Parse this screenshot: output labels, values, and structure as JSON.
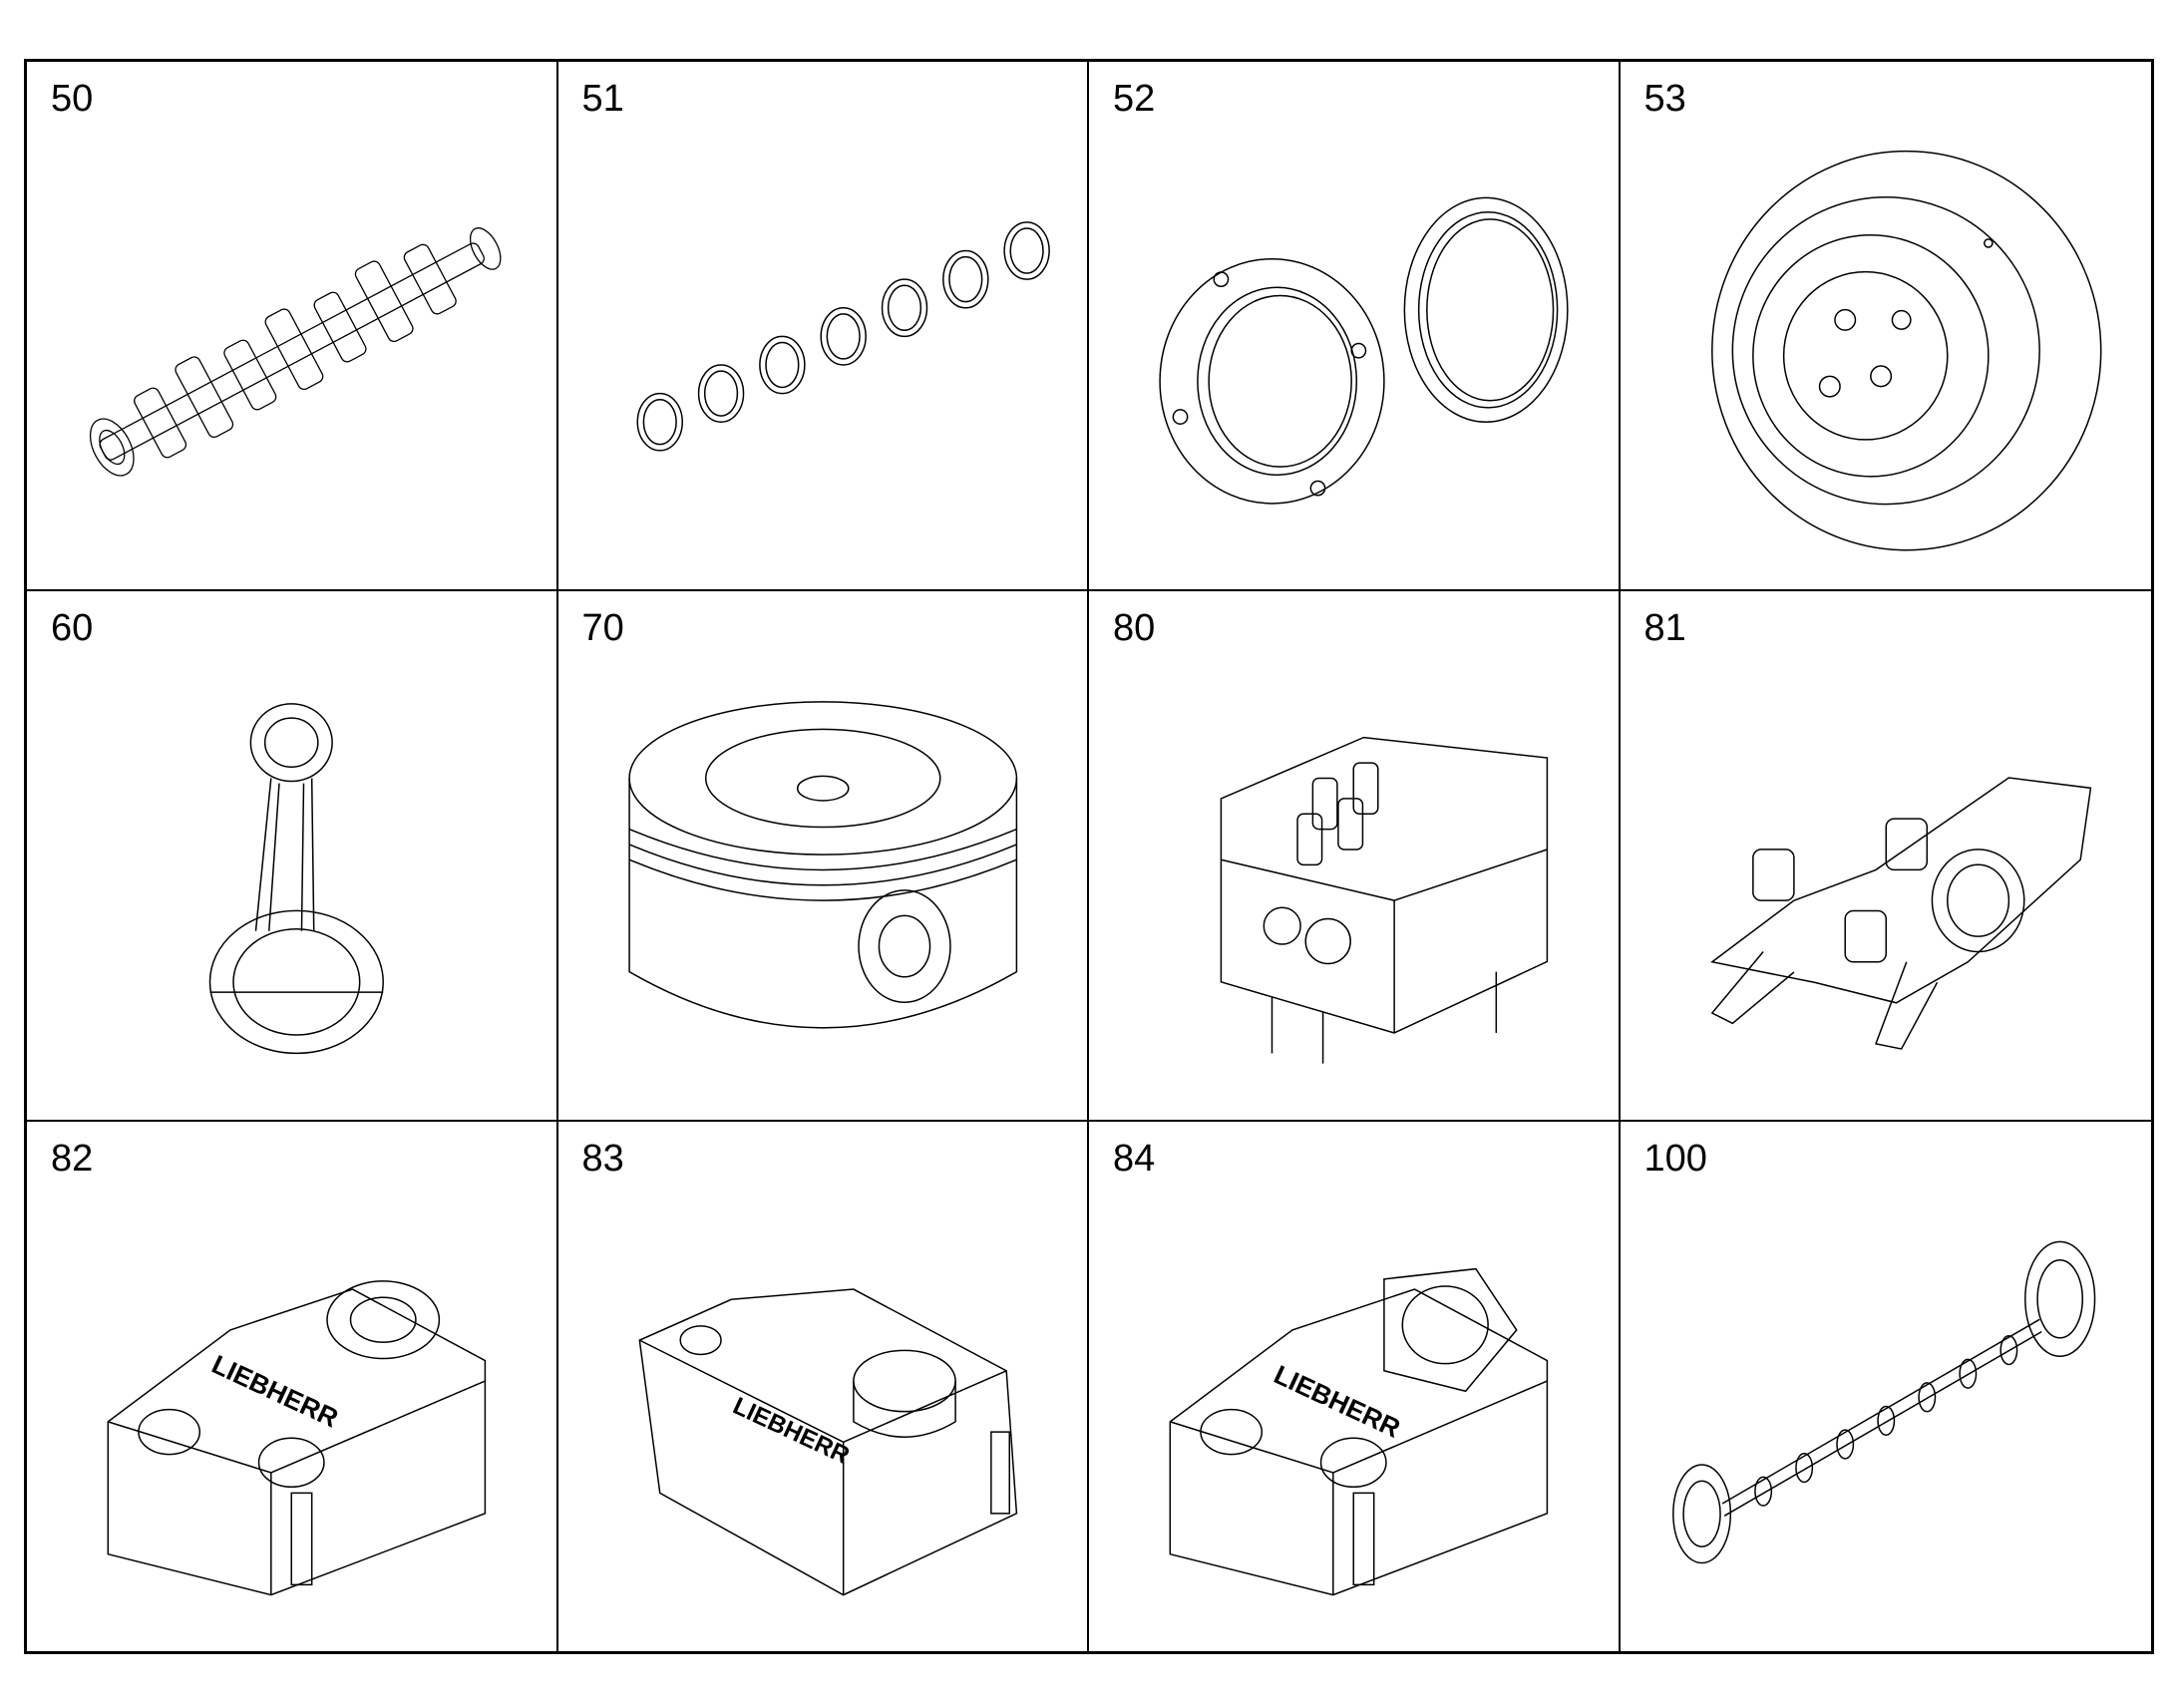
{
  "parts": [
    {
      "id": "part-50",
      "number": "50",
      "icon": "crankshaft-icon"
    },
    {
      "id": "part-51",
      "number": "51",
      "icon": "bearing-shells-icon"
    },
    {
      "id": "part-52",
      "number": "52",
      "icon": "seal-housing-icon"
    },
    {
      "id": "part-53",
      "number": "53",
      "icon": "vibration-damper-icon"
    },
    {
      "id": "part-60",
      "number": "60",
      "icon": "connecting-rod-icon"
    },
    {
      "id": "part-70",
      "number": "70",
      "icon": "piston-icon"
    },
    {
      "id": "part-80",
      "number": "80",
      "icon": "cylinder-head-icon"
    },
    {
      "id": "part-81",
      "number": "81",
      "icon": "rocker-arm-icon"
    },
    {
      "id": "part-82",
      "number": "82",
      "icon": "valve-cover-icon"
    },
    {
      "id": "part-83",
      "number": "83",
      "icon": "valve-cover-breather-icon"
    },
    {
      "id": "part-84",
      "number": "84",
      "icon": "valve-cover-flange-icon"
    },
    {
      "id": "part-100",
      "number": "100",
      "icon": "camshaft-icon"
    }
  ],
  "logo_text": "LIEBHERR"
}
